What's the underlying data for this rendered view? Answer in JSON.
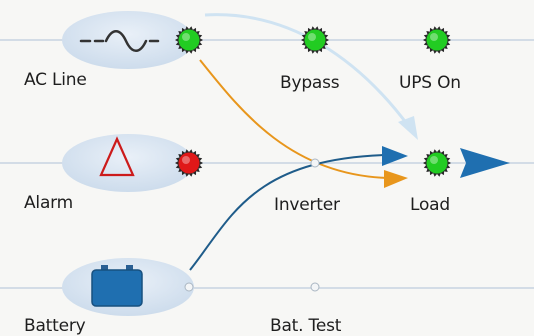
{
  "labels": {
    "ac_line": "AC Line",
    "bypass": "Bypass",
    "ups_on": "UPS On",
    "alarm": "Alarm",
    "inverter": "Inverter",
    "load": "Load",
    "battery": "Battery",
    "bat_test": "Bat. Test"
  },
  "indicators": {
    "ac_line": "on",
    "bypass": "on",
    "ups_on": "on",
    "alarm": "on",
    "load": "on",
    "battery": "off",
    "inverter": "off",
    "bat_test": "off"
  },
  "colors": {
    "led_green": "#22cc22",
    "led_red": "#e01818",
    "capsule": "#dde8f4",
    "line": "#cfdbe8",
    "bypass_arrow": "#cfe3f2",
    "ac_arrow": "#e8961c",
    "battery_arrow": "#1f5c8a",
    "output_arrow": "#1f6fb0",
    "alarm_symbol": "#cc1b1b",
    "battery_icon": "#1f6fb0"
  },
  "icons": {
    "ac_line": "sine-wave-icon",
    "alarm": "warning-triangle-icon",
    "battery": "battery-icon"
  }
}
